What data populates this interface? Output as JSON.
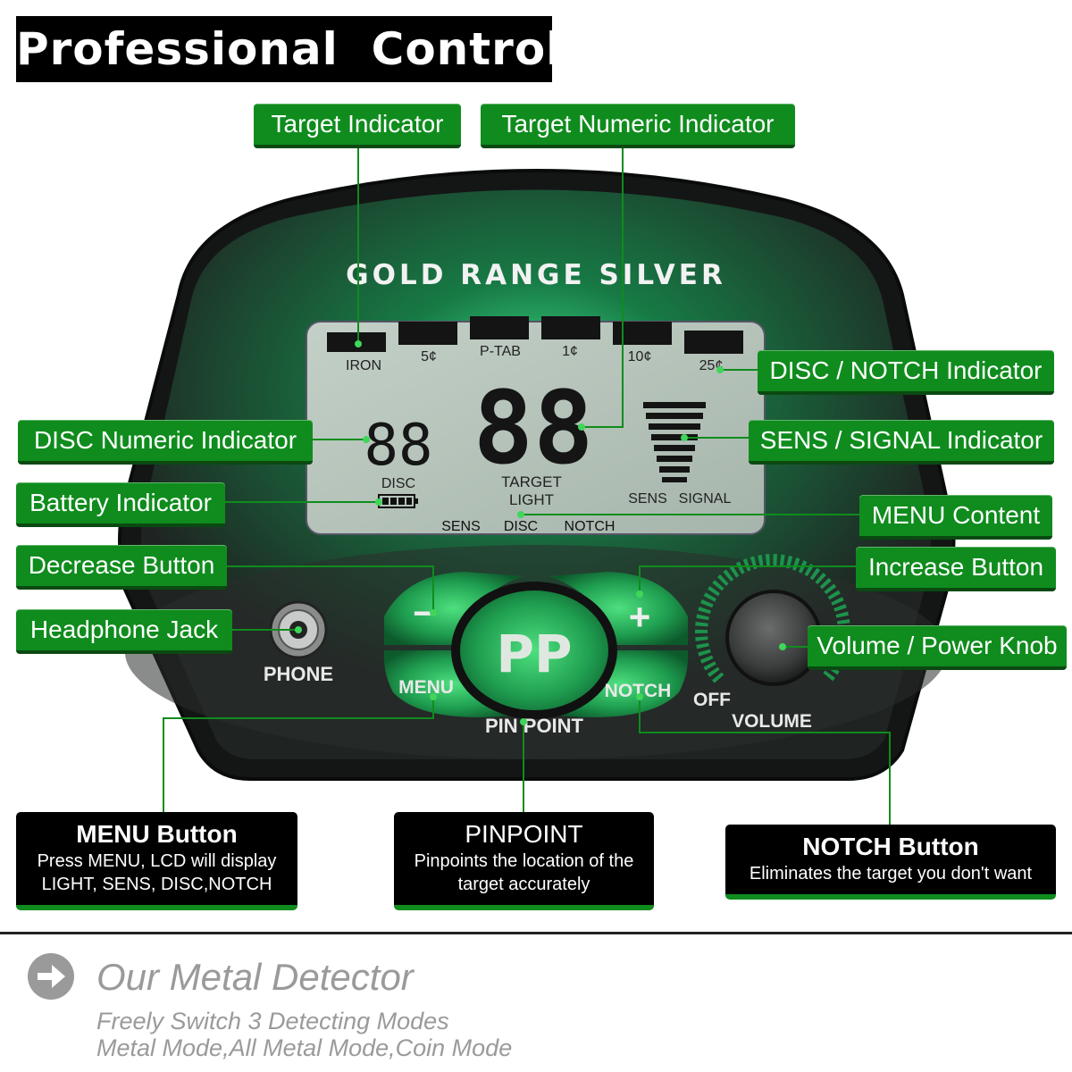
{
  "title": "Professional  Control  Box",
  "callouts": {
    "target_indicator": "Target Indicator",
    "target_numeric_indicator": "Target Numeric Indicator",
    "disc_notch_indicator": "DISC / NOTCH Indicator",
    "disc_numeric_indicator": "DISC Numeric Indicator",
    "sens_signal_indicator": "SENS / SIGNAL Indicator",
    "battery_indicator": "Battery Indicator",
    "menu_content": "MENU Content",
    "decrease_button": "Decrease Button",
    "increase_button": "Increase Button",
    "headphone_jack": "Headphone Jack",
    "volume_power_knob": "Volume / Power Knob"
  },
  "device": {
    "brand": "GOLD RANGE SILVER",
    "segments": [
      "IRON",
      "5¢",
      "P-TAB",
      "1¢",
      "10¢",
      "25¢"
    ],
    "target_digits": "88",
    "disc_digits": "88",
    "disc_label": "DISC",
    "target_label": "TARGET",
    "light_label": "LIGHT",
    "sens_label": "SENS",
    "signal_label": "SIGNAL",
    "menu_items": [
      "SENS",
      "DISC",
      "NOTCH"
    ],
    "minus_symbol": "−",
    "plus_symbol": "+",
    "pp_label": "PP",
    "menu_button": "MENU",
    "notch_button": "NOTCH",
    "pinpoint_label": "PIN POINT",
    "phone_label": "PHONE",
    "off_label": "OFF",
    "volume_label": "VOLUME"
  },
  "info_boxes": {
    "menu": {
      "heading": "MENU Button",
      "body1": "Press MENU, LCD will display",
      "body2": "LIGHT, SENS, DISC,NOTCH"
    },
    "pinpoint": {
      "heading": "PINPOINT",
      "body1": "Pinpoints the location of the",
      "body2": "target accurately"
    },
    "notch": {
      "heading": "NOTCH Button",
      "body1": "Eliminates the target you don't want"
    }
  },
  "footer": {
    "heading": "Our Metal Detector",
    "line1": "Freely Switch 3 Detecting Modes",
    "line2": "Metal Mode,All Metal Mode,Coin Mode"
  },
  "colors": {
    "accent_green": "#0f8c1d",
    "lcd_bg": "#b3c1b8",
    "panel": "#2a2d2c"
  }
}
